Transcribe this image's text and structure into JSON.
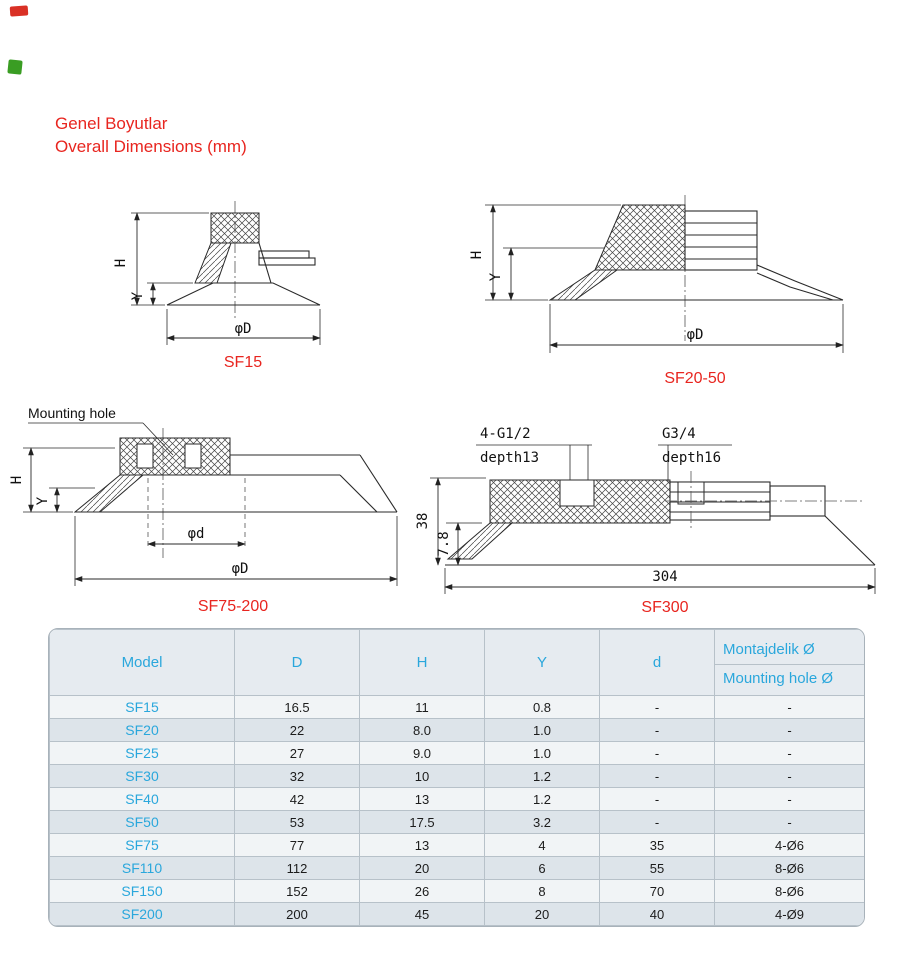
{
  "page": {
    "title_line1": "Genel Boyutlar",
    "title_line2": "Overall Dimensions (mm)"
  },
  "colors": {
    "accent_red": "#e8251f",
    "accent_cyan": "#2aa7dc",
    "row_light": "#f1f4f6",
    "row_dark": "#dde4ea",
    "artifact_red": "#d93025",
    "artifact_green": "#3a9d23"
  },
  "drawings": {
    "sf15": {
      "label": "SF15",
      "dim_h": "H",
      "dim_y": "Y",
      "dim_D": "φD"
    },
    "sf20_50": {
      "label": "SF20-50",
      "dim_h": "H",
      "dim_y": "Y",
      "dim_D": "φD"
    },
    "sf75_200": {
      "label": "SF75-200",
      "callout": "Mounting hole",
      "dim_h": "H",
      "dim_y": "Y",
      "dim_d": "φd",
      "dim_D": "φD"
    },
    "sf300": {
      "label": "SF300",
      "callout1_top": "4-G1/2",
      "callout1_bottom": "depth13",
      "callout2_top": "G3/4",
      "callout2_bottom": "depth16",
      "dim_height": "38",
      "dim_lip": "7.8",
      "dim_width": "304"
    }
  },
  "table": {
    "headers": {
      "model": "Model",
      "D": "D",
      "H": "H",
      "Y": "Y",
      "d": "d",
      "mount_tr": "Montajdelik Ø",
      "mount_en": "Mounting hole Ø"
    },
    "rows": [
      {
        "model": "SF15",
        "D": "16.5",
        "H": "11",
        "Y": "0.8",
        "d": "-",
        "mount": "-"
      },
      {
        "model": "SF20",
        "D": "22",
        "H": "8.0",
        "Y": "1.0",
        "d": "-",
        "mount": "-"
      },
      {
        "model": "SF25",
        "D": "27",
        "H": "9.0",
        "Y": "1.0",
        "d": "-",
        "mount": "-"
      },
      {
        "model": "SF30",
        "D": "32",
        "H": "10",
        "Y": "1.2",
        "d": "-",
        "mount": "-"
      },
      {
        "model": "SF40",
        "D": "42",
        "H": "13",
        "Y": "1.2",
        "d": "-",
        "mount": "-"
      },
      {
        "model": "SF50",
        "D": "53",
        "H": "17.5",
        "Y": "3.2",
        "d": "-",
        "mount": "-"
      },
      {
        "model": "SF75",
        "D": "77",
        "H": "13",
        "Y": "4",
        "d": "35",
        "mount": "4-Ø6"
      },
      {
        "model": "SF110",
        "D": "112",
        "H": "20",
        "Y": "6",
        "d": "55",
        "mount": "8-Ø6"
      },
      {
        "model": "SF150",
        "D": "152",
        "H": "26",
        "Y": "8",
        "d": "70",
        "mount": "8-Ø6"
      },
      {
        "model": "SF200",
        "D": "200",
        "H": "45",
        "Y": "20",
        "d": "40",
        "mount": "4-Ø9"
      }
    ]
  }
}
